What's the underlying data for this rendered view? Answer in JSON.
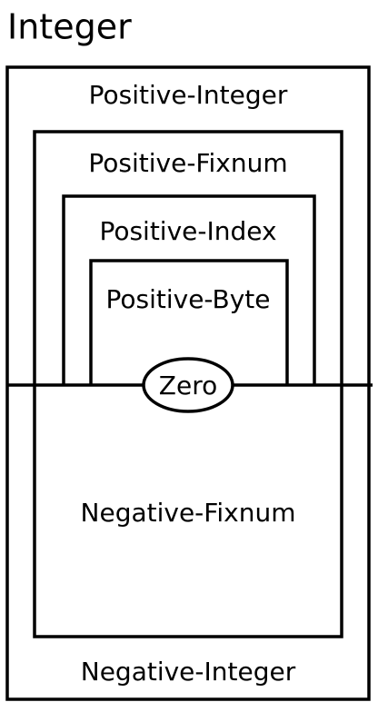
{
  "title": "Integer",
  "regions": {
    "positive_integer": "Positive-Integer",
    "positive_fixnum": "Positive-Fixnum",
    "positive_index": "Positive-Index",
    "positive_byte": "Positive-Byte",
    "zero": "Zero",
    "negative_fixnum": "Negative-Fixnum",
    "negative_integer": "Negative-Integer"
  }
}
